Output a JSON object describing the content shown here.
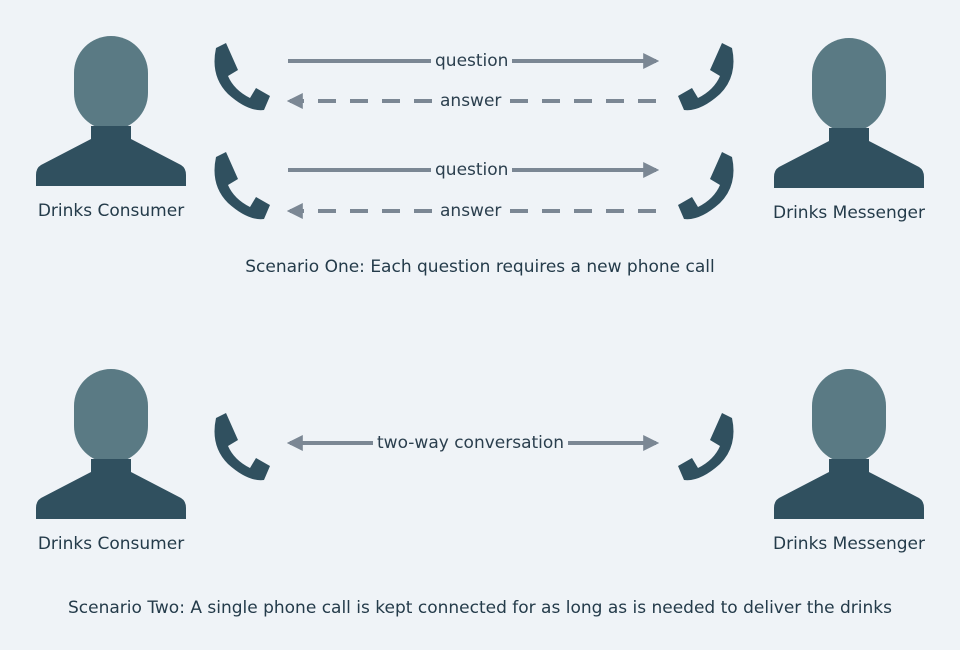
{
  "colors": {
    "background": "#eff3f7",
    "person_head": "#5a7a84",
    "person_body": "#30505f",
    "phone": "#30505f",
    "arrow": "#7b8794",
    "text": "#243b4a"
  },
  "scenario_one": {
    "consumer_label": "Drinks Consumer",
    "messenger_label": "Drinks Messenger",
    "calls": [
      {
        "question_label": "question",
        "answer_label": "answer"
      },
      {
        "question_label": "question",
        "answer_label": "answer"
      }
    ],
    "caption": "Scenario One: Each question requires a new phone call"
  },
  "scenario_two": {
    "consumer_label": "Drinks Consumer",
    "messenger_label": "Drinks Messenger",
    "conversation_label": "two-way conversation",
    "caption": "Scenario Two: A single phone call is kept connected for as long as is needed to deliver the drinks"
  }
}
